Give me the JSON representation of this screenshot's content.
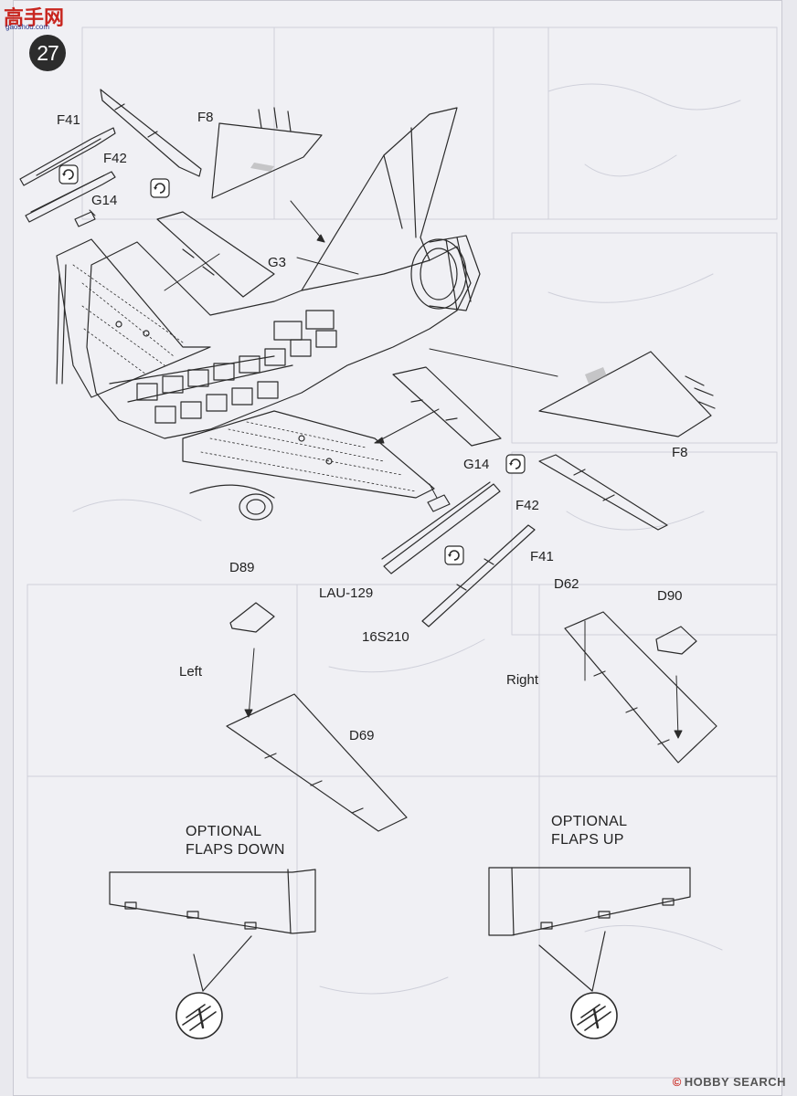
{
  "site_logo": {
    "chars": "高手网",
    "url": "gaoshou.com"
  },
  "step": "27",
  "labels": {
    "f41_top": "F41",
    "f42_top": "F42",
    "g14_top": "G14",
    "f8_top": "F8",
    "g3": "G3",
    "f8_right": "F8",
    "g14_mid": "G14",
    "f42_mid": "F42",
    "f41_mid": "F41",
    "lau129": "LAU-129",
    "s16s210": "16S210",
    "d89": "D89",
    "d62": "D62",
    "d90": "D90",
    "left": "Left",
    "right": "Right",
    "d69": "D69",
    "optional_flaps_down": "OPTIONAL\nFLAPS DOWN",
    "optional_flaps_up": "OPTIONAL\nFLAPS UP"
  },
  "watermark": {
    "prefix": "©",
    "text": "HOBBY SEARCH"
  },
  "colors": {
    "ink": "#2b2b2b",
    "paper": "#f0f0f4",
    "ghost": "#cfd0da",
    "badge": "#2c2c2c"
  },
  "icons": [
    "rotate-icon",
    "flaps-detail-icon"
  ]
}
